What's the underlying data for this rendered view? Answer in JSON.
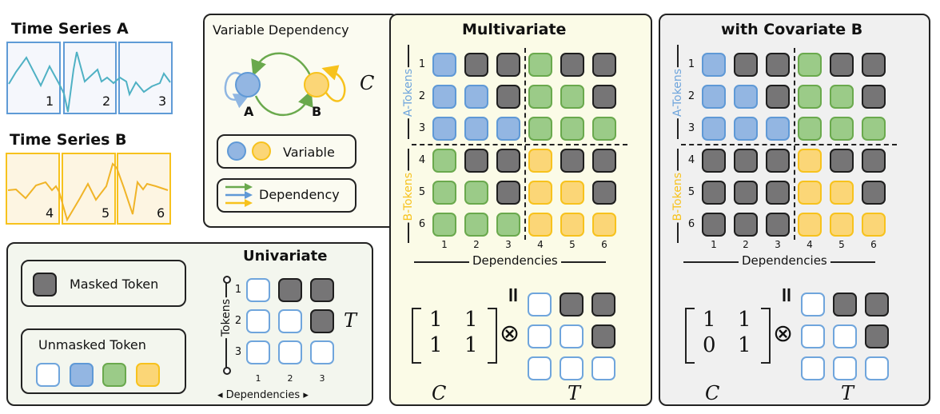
{
  "series_a": {
    "title": "Time Series A",
    "segments": [
      "1",
      "2",
      "3"
    ]
  },
  "series_b": {
    "title": "Time Series B",
    "segments": [
      "4",
      "5",
      "6"
    ]
  },
  "var_dep": {
    "title": "Variable Dependency",
    "node_a": "A",
    "node_b": "B",
    "symbol": "C",
    "legend_variable": "Variable",
    "legend_dependency": "Dependency"
  },
  "legend": {
    "masked": "Masked Token",
    "unmasked": "Unmasked Token"
  },
  "univariate": {
    "title": "Univariate",
    "y_label": "Tokens",
    "x_label": "Dependencies",
    "ticks": [
      "1",
      "2",
      "3"
    ],
    "symbol": "T",
    "grid": [
      [
        "w",
        "k",
        "k"
      ],
      [
        "w",
        "w",
        "k"
      ],
      [
        "w",
        "w",
        "w"
      ]
    ]
  },
  "multivariate": {
    "title": "Multivariate",
    "a_label": "A-Tokens",
    "b_label": "B-Tokens",
    "x_label": "Dependencies",
    "ticks": [
      "1",
      "2",
      "3",
      "4",
      "5",
      "6"
    ],
    "grid": [
      [
        "b",
        "k",
        "k",
        "g",
        "k",
        "k"
      ],
      [
        "b",
        "b",
        "k",
        "g",
        "g",
        "k"
      ],
      [
        "b",
        "b",
        "b",
        "g",
        "g",
        "g"
      ],
      [
        "g",
        "k",
        "k",
        "y",
        "k",
        "k"
      ],
      [
        "g",
        "g",
        "k",
        "y",
        "y",
        "k"
      ],
      [
        "g",
        "g",
        "g",
        "y",
        "y",
        "y"
      ]
    ],
    "matrix": [
      [
        "1",
        "1"
      ],
      [
        "1",
        "1"
      ]
    ],
    "c_symbol": "C",
    "t_symbol": "T",
    "otimes": "⊗",
    "equals": "="
  },
  "covariate": {
    "title": "with Covariate B",
    "a_label": "A-Tokens",
    "b_label": "B-Tokens",
    "x_label": "Dependencies",
    "ticks": [
      "1",
      "2",
      "3",
      "4",
      "5",
      "6"
    ],
    "grid": [
      [
        "b",
        "k",
        "k",
        "g",
        "k",
        "k"
      ],
      [
        "b",
        "b",
        "k",
        "g",
        "g",
        "k"
      ],
      [
        "b",
        "b",
        "b",
        "g",
        "g",
        "g"
      ],
      [
        "k",
        "k",
        "k",
        "y",
        "k",
        "k"
      ],
      [
        "k",
        "k",
        "k",
        "y",
        "y",
        "k"
      ],
      [
        "k",
        "k",
        "k",
        "y",
        "y",
        "y"
      ]
    ],
    "matrix": [
      [
        "1",
        "1"
      ],
      [
        "0",
        "1"
      ]
    ],
    "c_symbol": "C",
    "t_symbol": "T",
    "otimes": "⊗",
    "equals": "="
  },
  "colors": {
    "blue": "#93b6e2",
    "green": "#9bcb88",
    "yellow": "#fbd677",
    "masked": "#767576"
  }
}
